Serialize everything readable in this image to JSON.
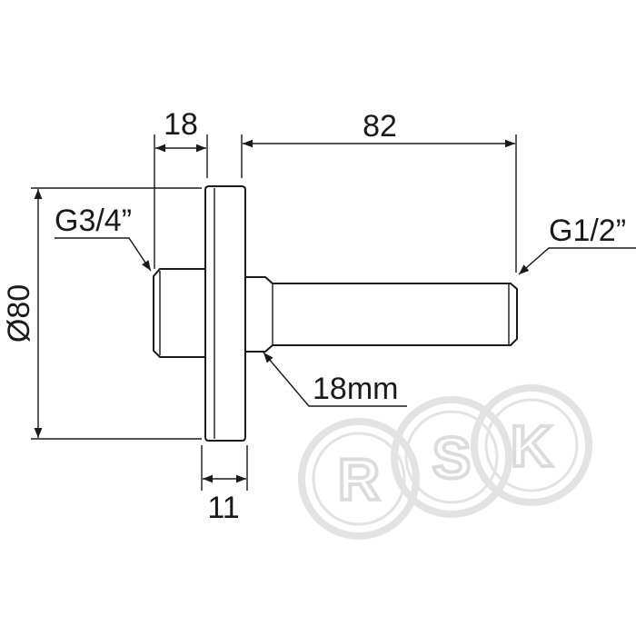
{
  "dimensions": {
    "flange_thickness": "11",
    "rear_boss_length": "18",
    "shaft_length": "82",
    "flange_diameter": "Ø80",
    "wrench_size": "18mm"
  },
  "threads": {
    "inlet": "G3/4”",
    "outlet": "G1/2”"
  },
  "watermark": {
    "letters": [
      "R",
      "S",
      "K"
    ],
    "color": "#dcdcdc"
  }
}
